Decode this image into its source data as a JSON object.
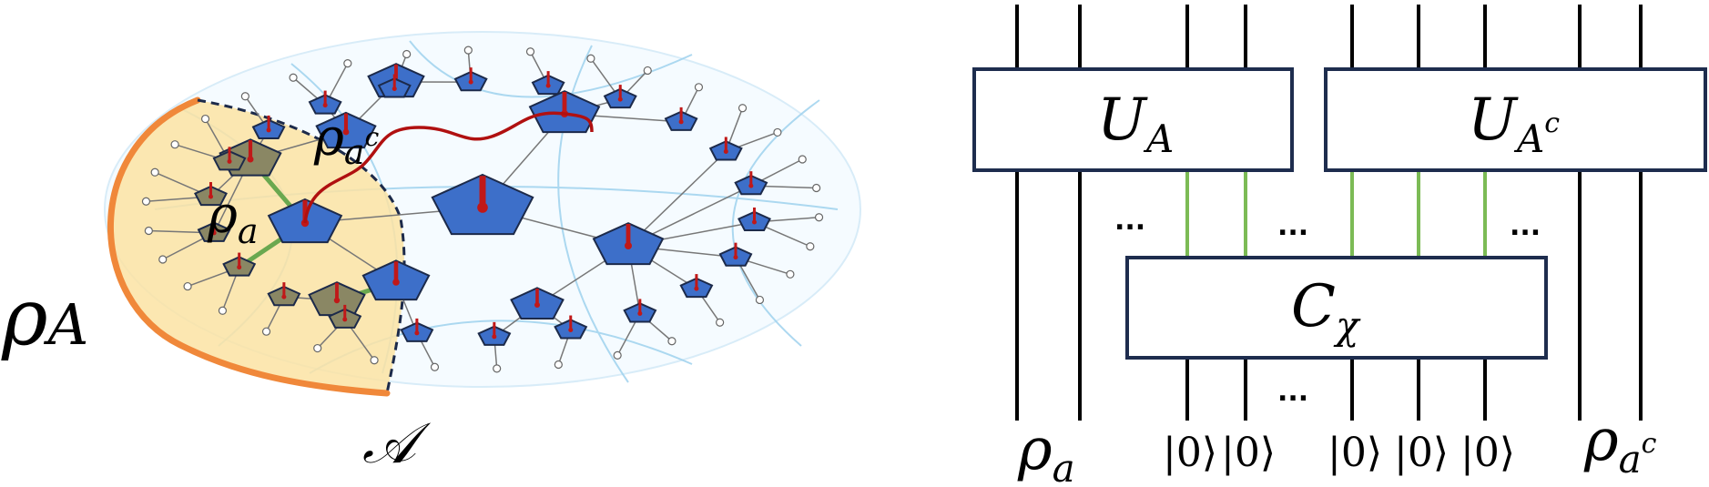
{
  "colors": {
    "background": "#ffffff",
    "region_fill": "#fbe3a3",
    "region_border": "#f0883a",
    "tensor_blue": "#3d6fc9",
    "tensor_outline": "#1c2a4a",
    "tensor_in_region": "#8a8764",
    "physical_leg": "#c01818",
    "bond_in_region": "#6aa84f",
    "bond_gray": "#777777",
    "geodesic": "#9fd2ee",
    "path_red": "#b01010",
    "box_border": "#1e2d4e",
    "wire": "#000000",
    "ancilla_wire": "#7cbb55"
  },
  "left": {
    "region_label": {
      "base": "ρ",
      "sub": "A"
    },
    "cut_label": "𝒜",
    "rho_a_label": {
      "base": "ρ",
      "sub": "a"
    },
    "rho_ac_label": {
      "base": "ρ",
      "sub": "a",
      "sup": "c"
    }
  },
  "right": {
    "box_ua": {
      "base": "U",
      "sub": "A"
    },
    "box_uac": {
      "base": "U",
      "sub": "A",
      "sup": "c"
    },
    "box_c": {
      "base": "C",
      "sub": "χ"
    },
    "ellipsis": "...",
    "bottom_rho_a": {
      "base": "ρ",
      "sub": "a"
    },
    "bottom_rho_ac": {
      "base": "ρ",
      "sub": "a",
      "sup": "c"
    },
    "ket_zero": "|0⟩"
  }
}
